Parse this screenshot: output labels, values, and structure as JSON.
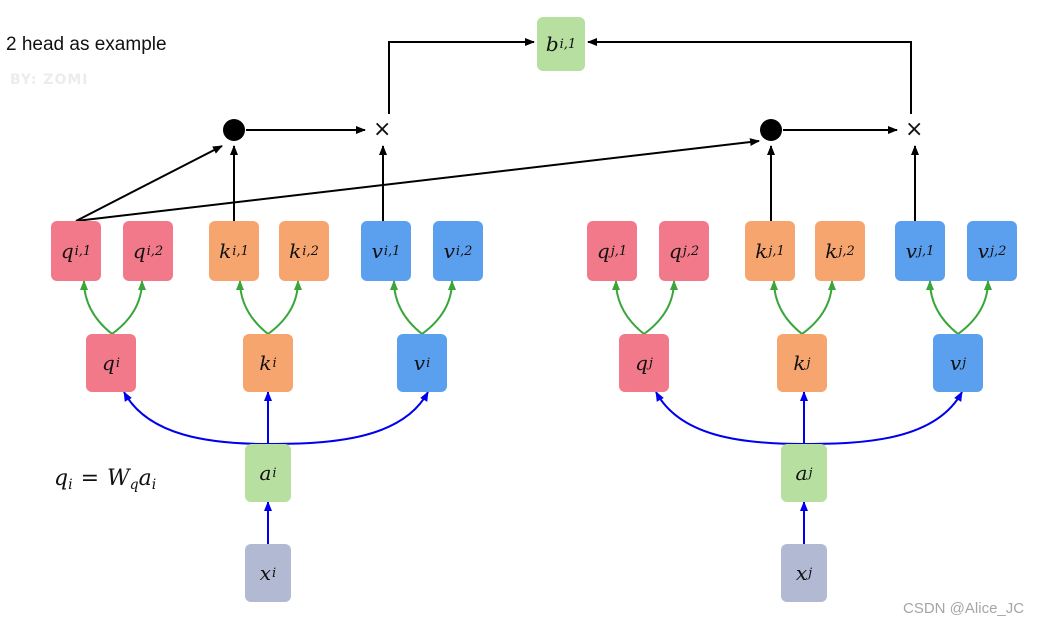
{
  "caption": "2 head as example",
  "watermark_top": "BY: ZOMI",
  "watermark_bottom": "CSDN @Alice_JC",
  "formula": {
    "lhs": "q",
    "lhs_sub": "i",
    "eq": "=",
    "w": "W",
    "w_sub": "q",
    "a": "a",
    "a_sub": "i"
  },
  "output": {
    "main": "b",
    "sub": "i,1"
  },
  "ops": {
    "times": "×"
  },
  "left": {
    "q1": {
      "main": "q",
      "sub": "i,1"
    },
    "q2": {
      "main": "q",
      "sub": "i,2"
    },
    "k1": {
      "main": "k",
      "sub": "i,1"
    },
    "k2": {
      "main": "k",
      "sub": "i,2"
    },
    "v1": {
      "main": "v",
      "sub": "i,1"
    },
    "v2": {
      "main": "v",
      "sub": "i,2"
    },
    "q": {
      "main": "q",
      "sub": "i"
    },
    "k": {
      "main": "k",
      "sub": "i"
    },
    "v": {
      "main": "v",
      "sub": "i"
    },
    "a": {
      "main": "a",
      "sub": "i"
    },
    "x": {
      "main": "x",
      "sub": "i"
    }
  },
  "right": {
    "q1": {
      "main": "q",
      "sub": "j,1"
    },
    "q2": {
      "main": "q",
      "sub": "j,2"
    },
    "k1": {
      "main": "k",
      "sub": "j,1"
    },
    "k2": {
      "main": "k",
      "sub": "j,2"
    },
    "v1": {
      "main": "v",
      "sub": "j,1"
    },
    "v2": {
      "main": "v",
      "sub": "j,2"
    },
    "q": {
      "main": "q",
      "sub": "j"
    },
    "k": {
      "main": "k",
      "sub": "j"
    },
    "v": {
      "main": "v",
      "sub": "j"
    },
    "a": {
      "main": "a",
      "sub": "j"
    },
    "x": {
      "main": "x",
      "sub": "j"
    }
  },
  "colors": {
    "query": "#f1798a",
    "key": "#f7a56e",
    "value": "#5b9fef",
    "embedding": "#b6dfa0",
    "input": "#b2b9d2",
    "projection_arrow": "#0000ee",
    "split_arrow": "#3aa63a",
    "attention_arrow": "#000000"
  }
}
